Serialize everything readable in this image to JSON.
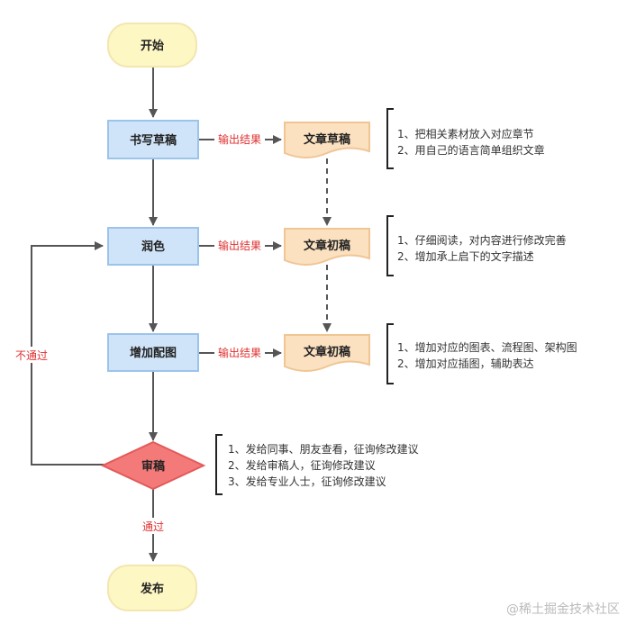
{
  "nodes": {
    "start": "开始",
    "draft": "书写草稿",
    "polish": "润色",
    "illustrate": "增加配图",
    "review": "审稿",
    "publish": "发布"
  },
  "docs": {
    "doc1": "文章草稿",
    "doc2": "文章初稿",
    "doc3": "文章初稿"
  },
  "edges": {
    "output1": "输出结果",
    "output2": "输出结果",
    "output3": "输出结果",
    "reject": "不通过",
    "pass": "通过"
  },
  "notes": {
    "draft": [
      "1、把相关素材放入对应章节",
      "2、用自己的语言简单组织文章"
    ],
    "polish": [
      "1、仔细阅读，对内容进行修改完善",
      "2、增加承上启下的文字描述"
    ],
    "illustrate": [
      "1、增加对应的图表、流程图、架构图",
      "2、增加对应插图，辅助表达"
    ],
    "review": [
      "1、发给同事、朋友查看，征询修改建议",
      "2、发给审稿人，征询修改建议",
      "3、发给专业人士，征询修改建议"
    ]
  },
  "watermark": "@稀土掘金技术社区",
  "colors": {
    "terminal_fill": "#fdf7c4",
    "terminal_stroke": "#f3e6b0",
    "process_fill": "#cfe4f8",
    "process_stroke": "#9cc4ea",
    "doc_fill": "#fbe1c0",
    "doc_stroke": "#f0c594",
    "decision_fill": "#f47a7a",
    "decision_stroke": "#e25a5a",
    "edge_label": "#e03030",
    "line": "#555555"
  }
}
